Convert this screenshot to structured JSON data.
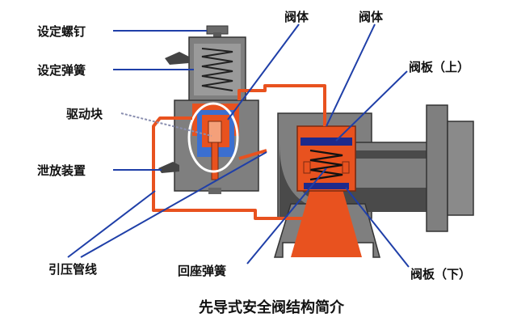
{
  "labels": {
    "setting_screw": "设定螺钉",
    "setting_spring": "设定弹簧",
    "drive_block": "驱动块",
    "relief_device": "泄放装置",
    "pilot_line": "引压管线",
    "valve_body_1": "阀体",
    "valve_body_2": "阀体",
    "valve_plate_upper": "阀板（上）",
    "valve_plate_lower": "阀板（下）",
    "return_spring": "回座弹簧"
  },
  "caption": "先导式安全阀结构简介",
  "colors": {
    "metal": "#7f7f7f",
    "metal_dark": "#4a4a4a",
    "metal_light": "#b8b8b8",
    "orange": "#e8521f",
    "leader": "#1f3fa8",
    "spring_blue": "#1e2a8c",
    "insert_blue": "#3b6fd0"
  }
}
